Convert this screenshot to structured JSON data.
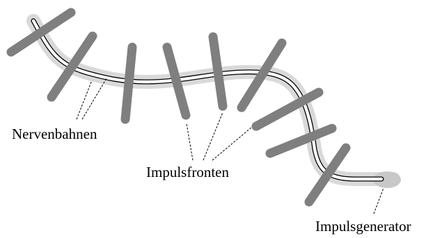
{
  "labels": {
    "nerve_pathways": "Nervenbahnen",
    "impulse_fronts": "Impulsfronten",
    "impulse_generator": "Impulsgenerator"
  },
  "colors": {
    "impulse_front": "#7f7f7f",
    "conduction_halo": "#d9d9d9",
    "generator": "#c8c8c8",
    "nerve_line": "#000000"
  },
  "impulse_front_count": 9
}
